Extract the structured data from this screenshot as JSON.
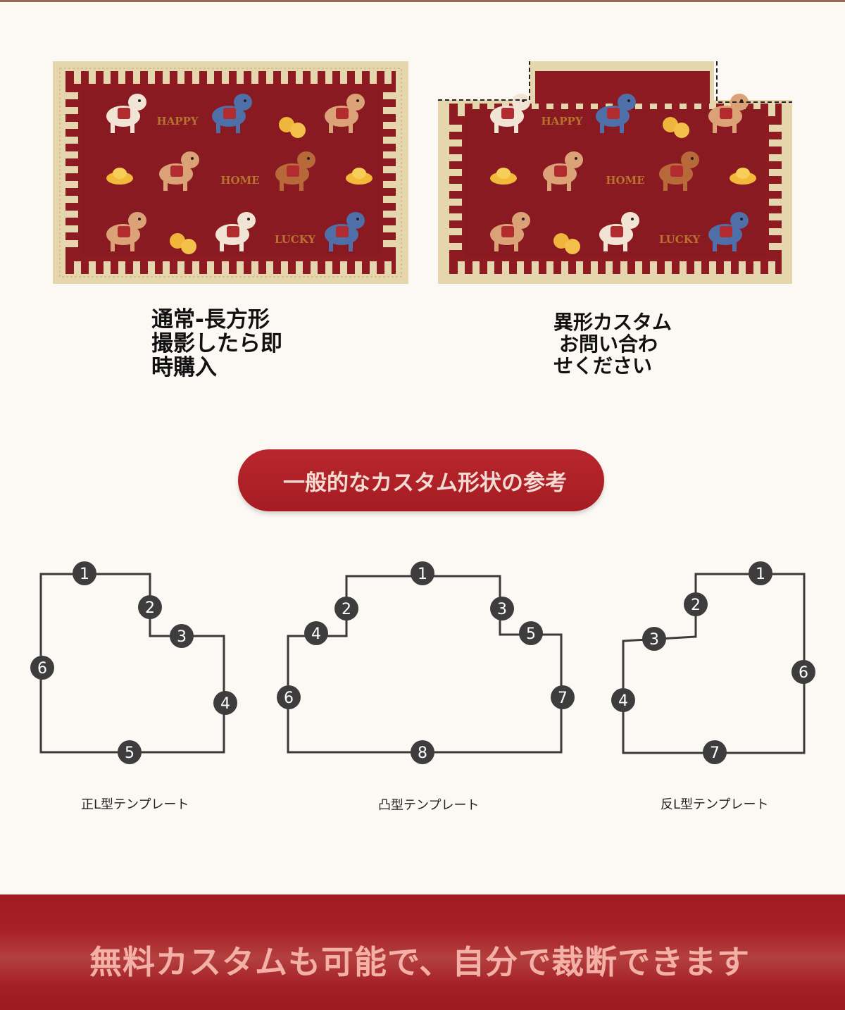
{
  "rug_left": {
    "words": [
      "HAPPY",
      "HOME",
      "LUCKY"
    ]
  },
  "rug_right": {
    "words": [
      "HAPPY",
      "HOME",
      "LUCKY"
    ]
  },
  "captions": {
    "left": [
      "通常-長方形",
      "撮影したら即",
      "時購入"
    ],
    "right": [
      "異形カスタム",
      "お問い合わ",
      "せください"
    ]
  },
  "section_button": {
    "label": "一般的なカスタム形状の参考"
  },
  "templates": [
    {
      "label": "正L型テンプレート",
      "markers": [
        "1",
        "2",
        "3",
        "4",
        "5",
        "6"
      ]
    },
    {
      "label": "凸型テンプレート",
      "markers": [
        "1",
        "2",
        "3",
        "4",
        "5",
        "6",
        "7",
        "8"
      ]
    },
    {
      "label": "反L型テンプレート",
      "markers": [
        "1",
        "2",
        "3",
        "4",
        "6",
        "7"
      ]
    }
  ],
  "banner": {
    "text": "無料カスタムも可能で、自分で裁断できます"
  },
  "colors": {
    "rug_red": "#8e1b22",
    "rug_border": "#e6d6ad",
    "button_red": "#ad2128",
    "marker_dark": "#3d3d3d"
  }
}
